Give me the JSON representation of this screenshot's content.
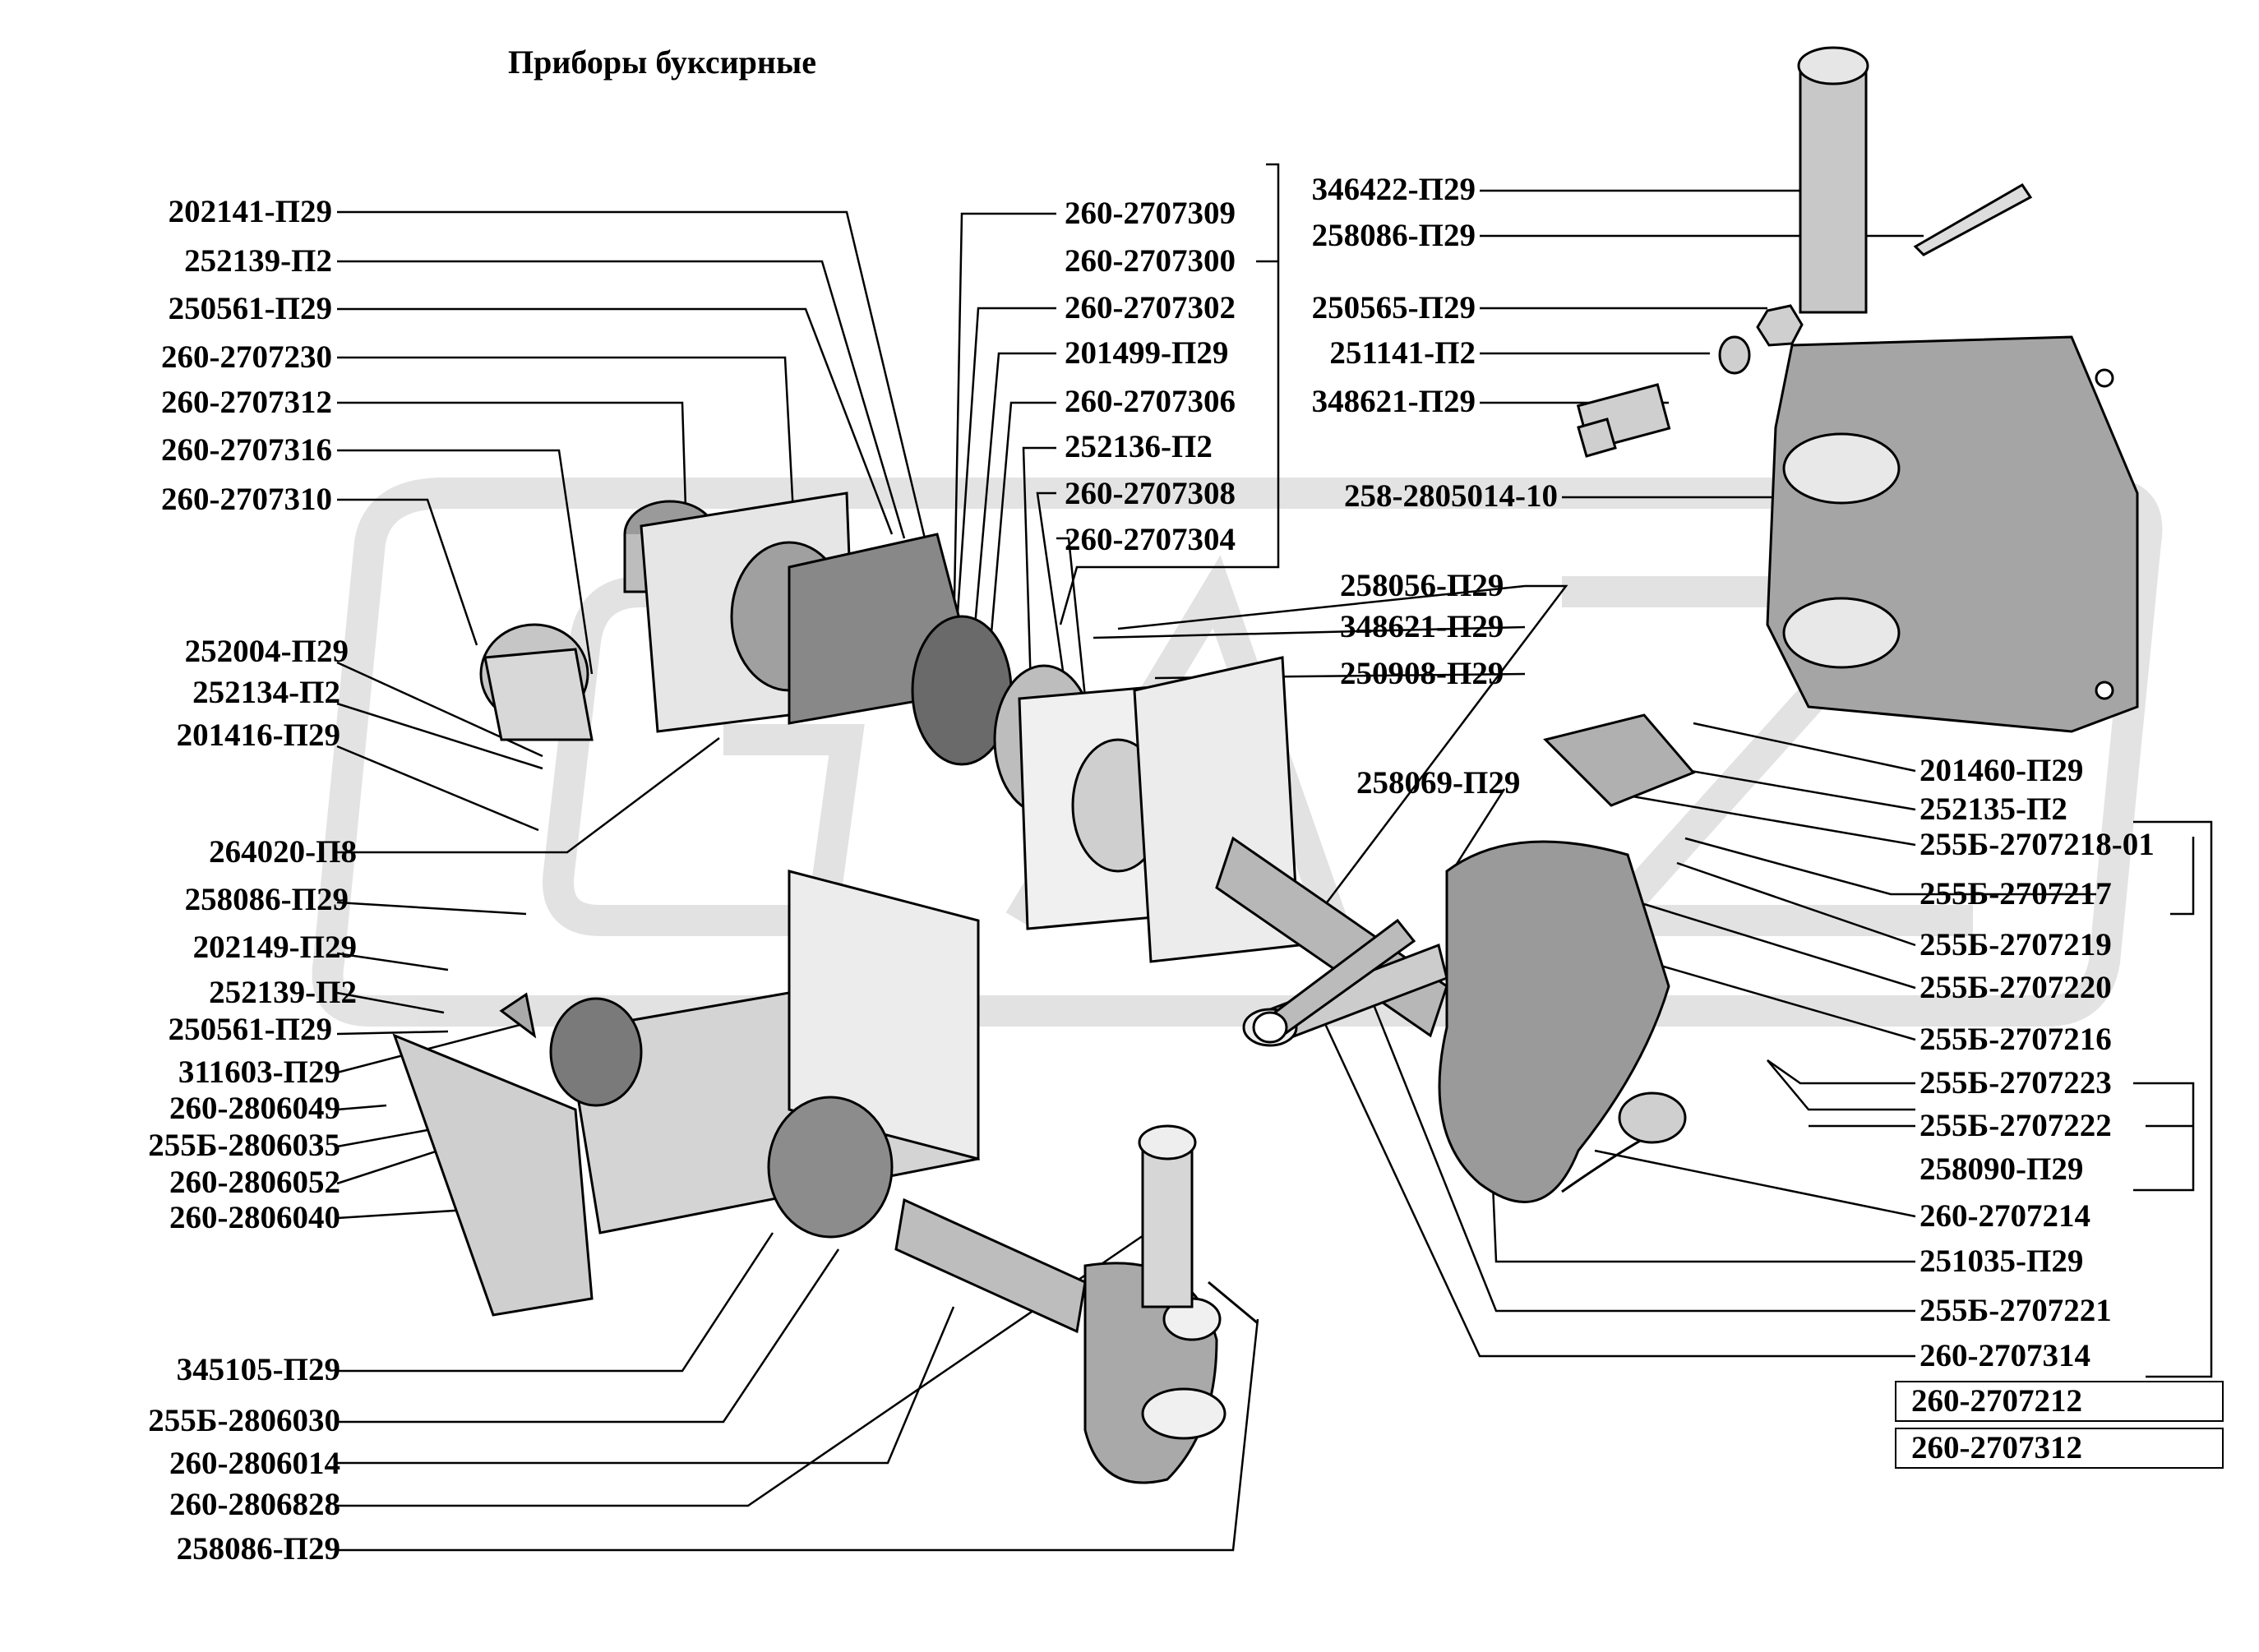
{
  "page": {
    "title": "Приборы буксирные",
    "colors": {
      "ink": "#000000",
      "paper": "#ffffff",
      "watermark": "#dedede",
      "part_shade": "#8c8c8c"
    }
  },
  "watermark": {
    "text": "GAZ",
    "icon": "gaz-logo-watermark"
  },
  "left_labels": [
    "202141-П29",
    "252139-П2",
    "250561-П29",
    "260-2707230",
    "260-2707312",
    "260-2707316",
    "260-2707310",
    "252004-П29",
    "252134-П2",
    "201416-П29",
    "264020-П8",
    "258086-П29",
    "202149-П29",
    "252139-П2",
    "250561-П29",
    "311603-П29",
    "260-2806049",
    "255Б-2806035",
    "260-2806052",
    "260-2806040",
    "345105-П29",
    "255Б-2806030",
    "260-2806014",
    "260-2806828",
    "258086-П29"
  ],
  "center_labels": [
    "260-2707309",
    "260-2707300",
    "260-2707302",
    "201499-П29",
    "260-2707306",
    "252136-П2",
    "260-2707308",
    "260-2707304"
  ],
  "top_right_labels": [
    "346422-П29",
    "258086-П29",
    "250565-П29",
    "251141-П2",
    "348621-П29",
    "258-2805014-10"
  ],
  "middle_labels": [
    "258056-П29",
    "348621-П29",
    "250908-П29",
    "258069-П29"
  ],
  "right_labels": [
    "201460-П29",
    "252135-П2",
    "255Б-2707218-01",
    "255Б-2707217",
    "255Б-2707219",
    "255Б-2707220",
    "255Б-2707216",
    "255Б-2707223",
    "255Б-2707222",
    "258090-П29",
    "260-2707214",
    "251035-П29",
    "255Б-2707221",
    "260-2707314"
  ],
  "boxed_labels": [
    "260-2707212",
    "260-2707312"
  ]
}
